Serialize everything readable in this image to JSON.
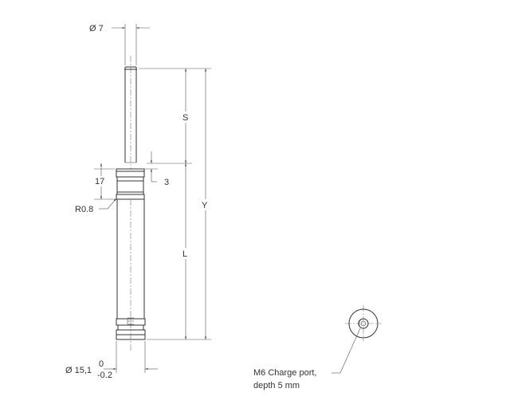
{
  "dimensions": {
    "rod_diameter": "Ø 7",
    "stroke": "S",
    "overall_length": "Y",
    "body_length": "L",
    "collar_height": "17",
    "collar_offset": "3",
    "radius": "R0.8",
    "body_diameter": "Ø 15,1",
    "tolerance_upper": "0",
    "tolerance_lower": "-0.2"
  },
  "annotations": {
    "charge_port_line1": "M6 Charge port,",
    "charge_port_line2": "depth 5 mm"
  },
  "colors": {
    "line": "#333333",
    "dimension": "#555555"
  }
}
